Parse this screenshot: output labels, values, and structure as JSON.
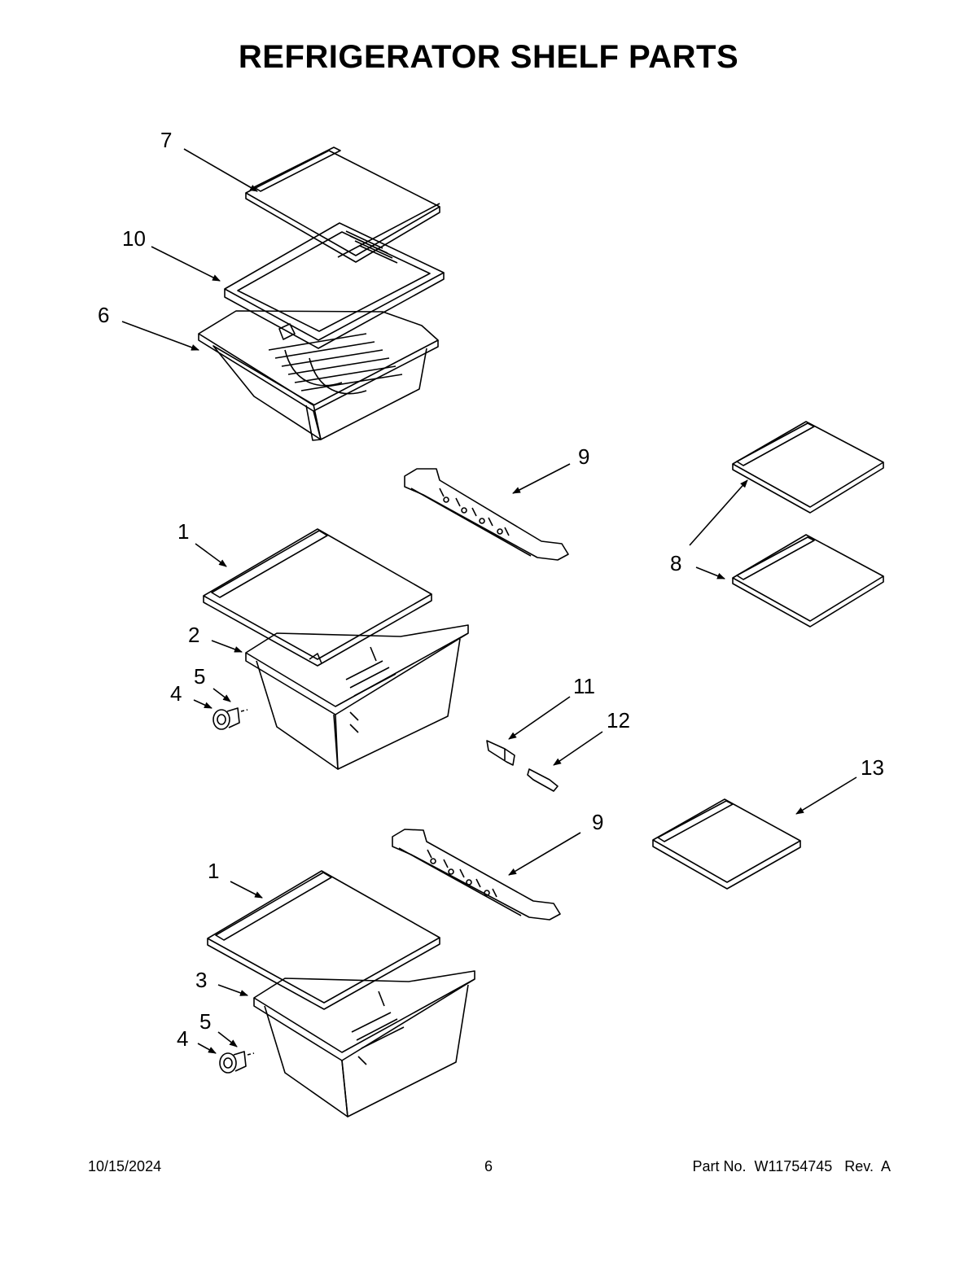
{
  "title": "REFRIGERATOR SHELF PARTS",
  "callouts": {
    "c7": "7",
    "c10": "10",
    "c6": "6",
    "c9a": "9",
    "c1a": "1",
    "c2": "2",
    "c5a": "5",
    "c4a": "4",
    "c8": "8",
    "c11": "11",
    "c12": "12",
    "c13": "13",
    "c9b": "9",
    "c1b": "1",
    "c3": "3",
    "c5b": "5",
    "c4b": "4"
  },
  "footer": {
    "date": "10/15/2024",
    "page": "6",
    "part": "Part No.  W11754745   Rev.  A"
  }
}
